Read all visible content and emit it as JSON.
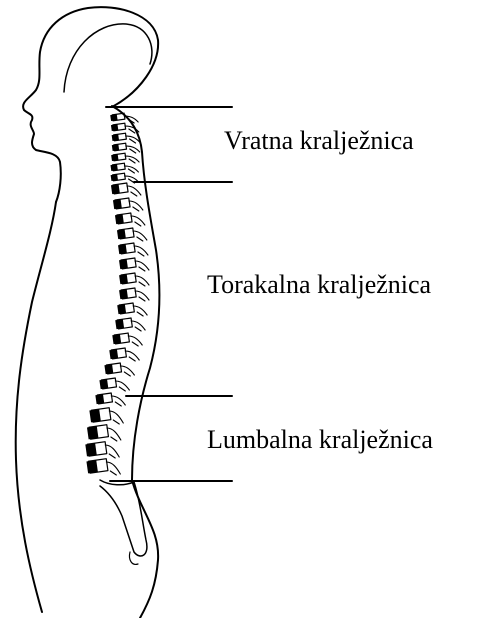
{
  "labels": {
    "cervical": "Vratna kralježnica",
    "thoracic": "Torakalna kralježnica",
    "lumbar": "Lumbalna kralježnica"
  },
  "colors": {
    "ink": "#000000",
    "background": "#ffffff"
  }
}
